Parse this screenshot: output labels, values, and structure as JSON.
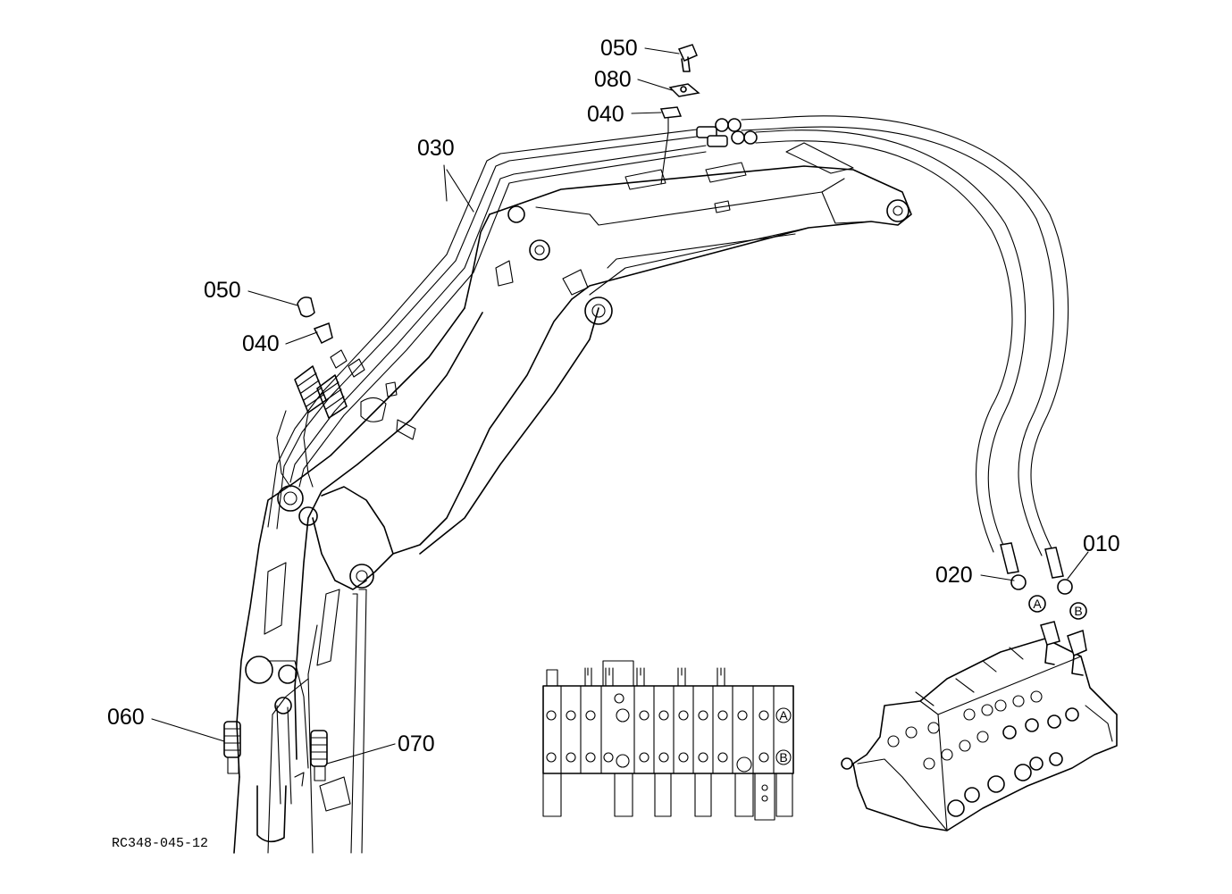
{
  "figure": {
    "reference_code": "RC348-045-12"
  },
  "callouts": [
    {
      "id": "010",
      "text": "010"
    },
    {
      "id": "020",
      "text": "020"
    },
    {
      "id": "030",
      "text": "030"
    },
    {
      "id": "040_top",
      "text": "040"
    },
    {
      "id": "040_left",
      "text": "040"
    },
    {
      "id": "050_top",
      "text": "050"
    },
    {
      "id": "050_left",
      "text": "050"
    },
    {
      "id": "060",
      "text": "060"
    },
    {
      "id": "070",
      "text": "070"
    },
    {
      "id": "080",
      "text": "080"
    }
  ],
  "ports": {
    "a": "A",
    "b": "B"
  }
}
